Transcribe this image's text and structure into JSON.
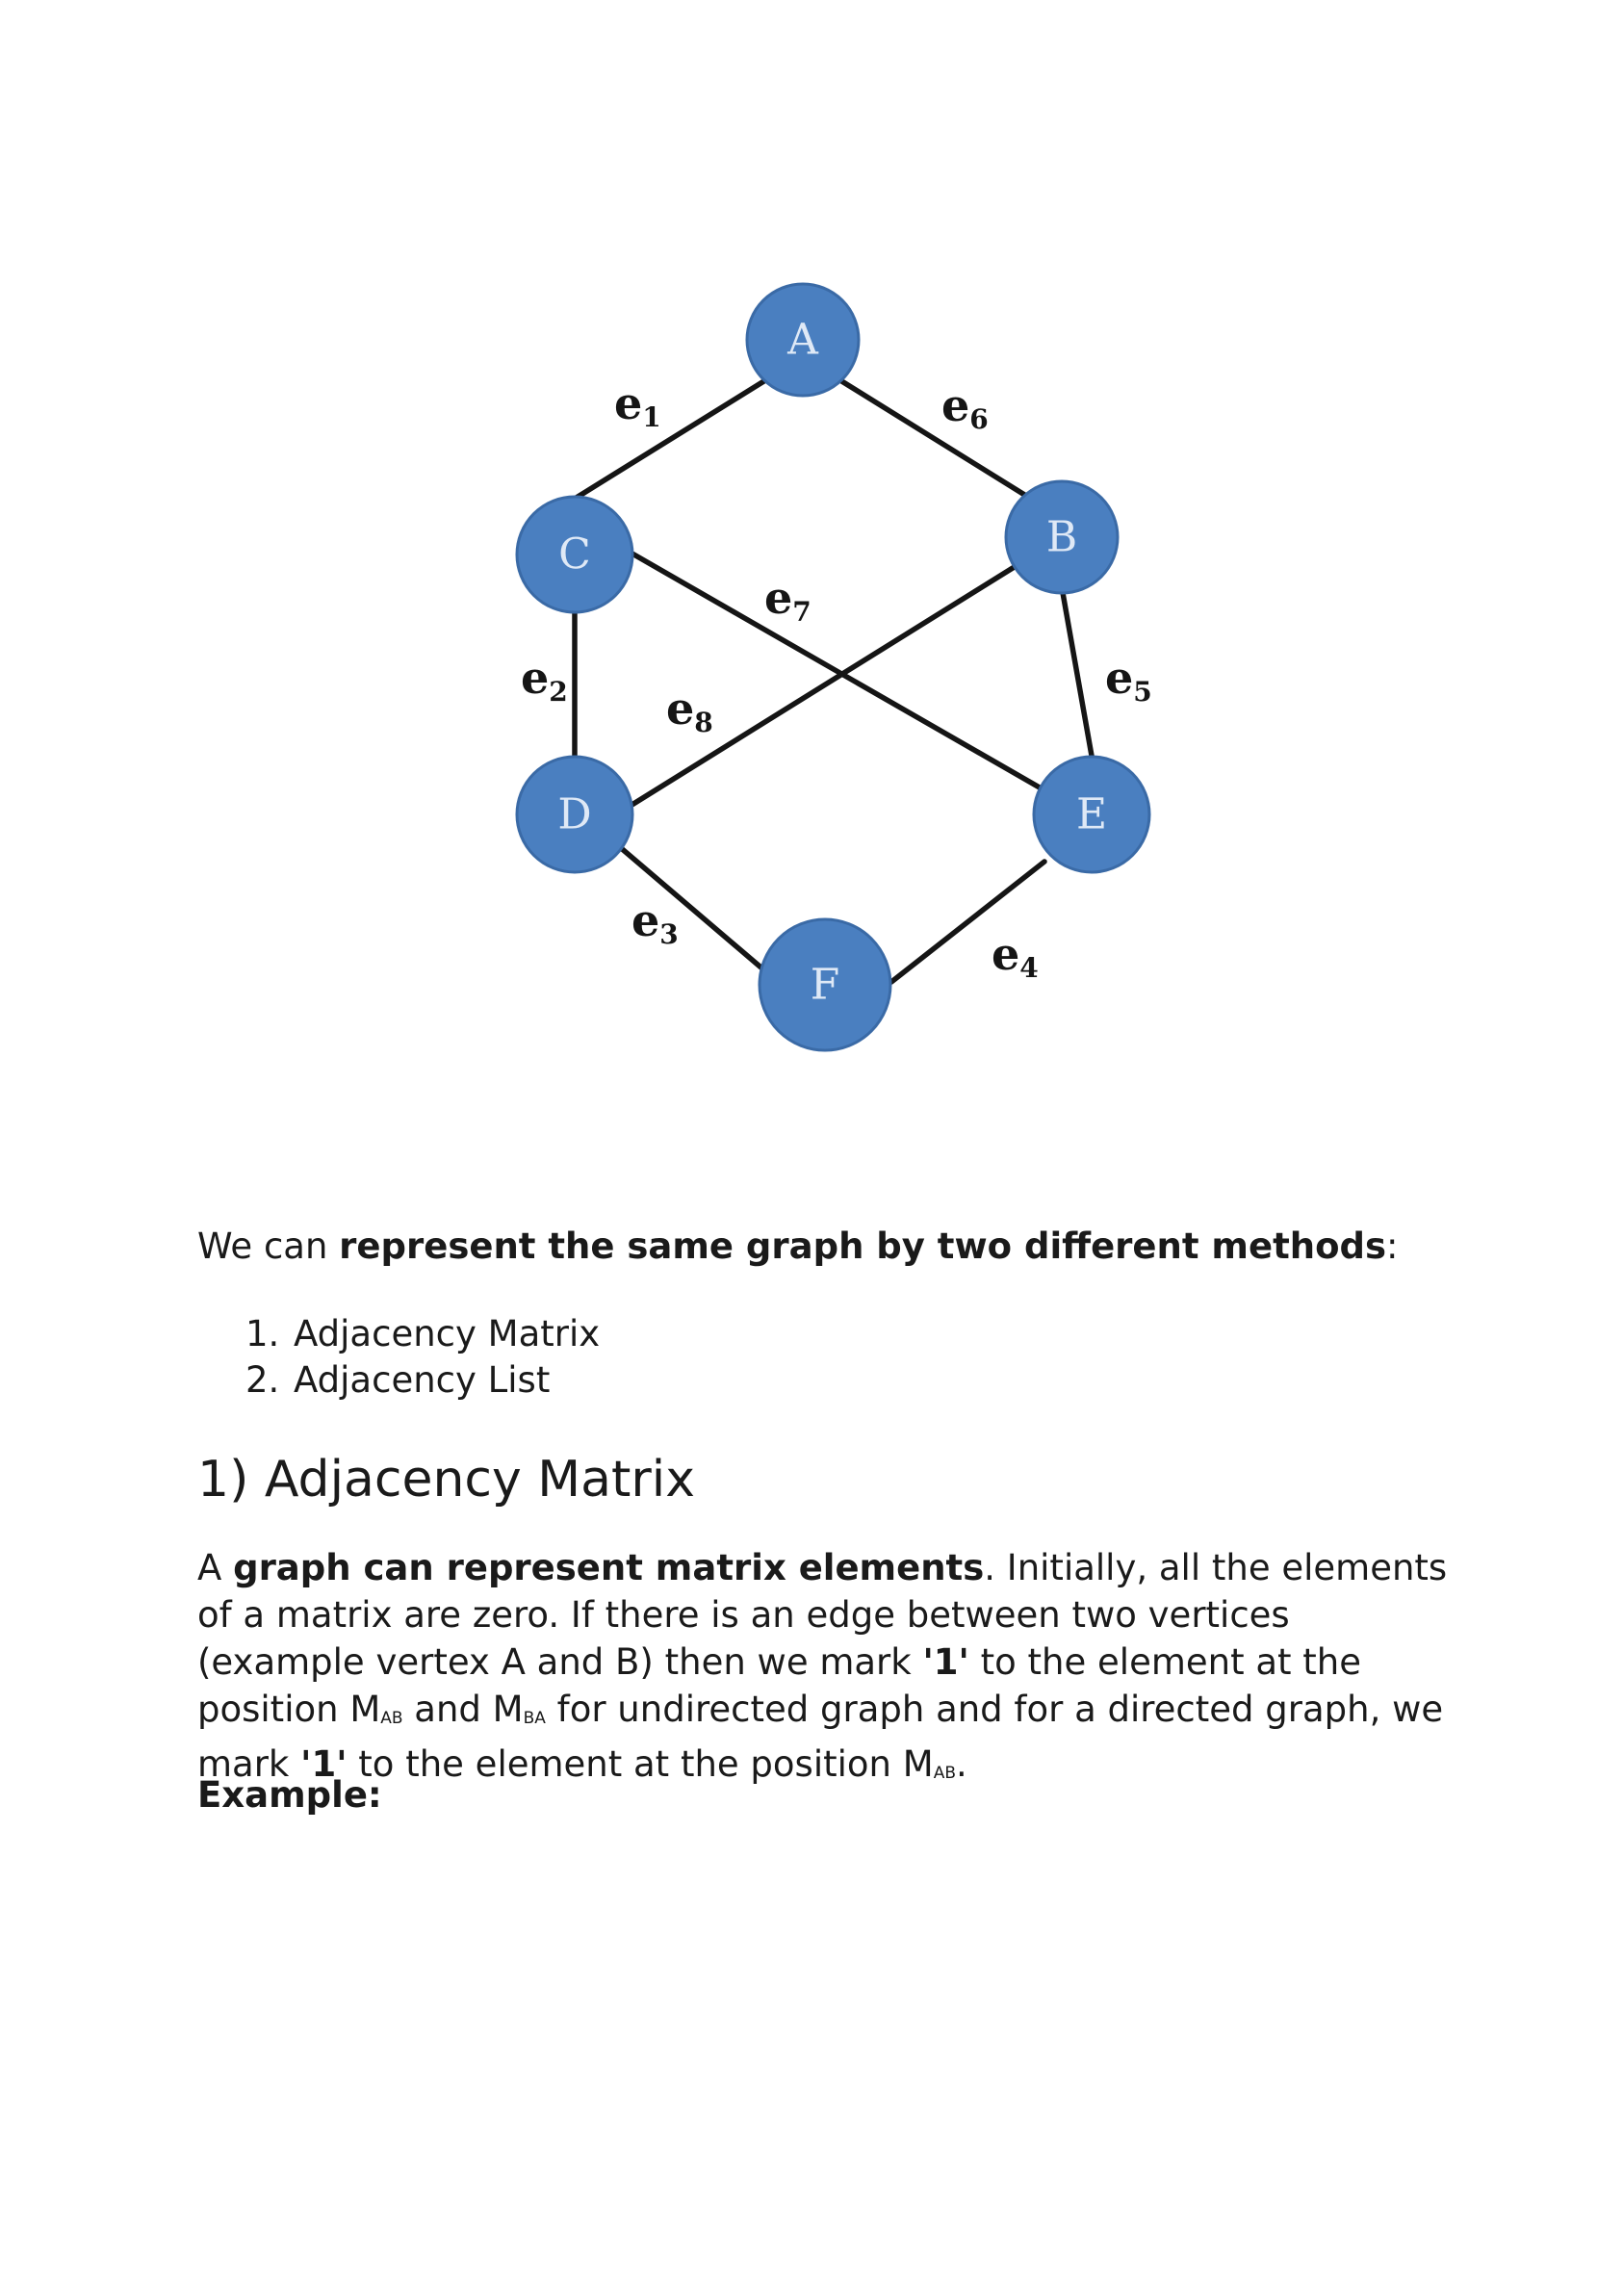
{
  "graph": {
    "nodes": [
      {
        "id": "A",
        "label": "A"
      },
      {
        "id": "B",
        "label": "B"
      },
      {
        "id": "C",
        "label": "C"
      },
      {
        "id": "D",
        "label": "D"
      },
      {
        "id": "E",
        "label": "E"
      },
      {
        "id": "F",
        "label": "F"
      }
    ],
    "edges": [
      {
        "label": "e",
        "sub": "1",
        "from": "A",
        "to": "C"
      },
      {
        "label": "e",
        "sub": "2",
        "from": "C",
        "to": "D"
      },
      {
        "label": "e",
        "sub": "3",
        "from": "D",
        "to": "F"
      },
      {
        "label": "e",
        "sub": "4",
        "from": "F",
        "to": "E"
      },
      {
        "label": "e",
        "sub": "5",
        "from": "B",
        "to": "E"
      },
      {
        "label": "e",
        "sub": "6",
        "from": "A",
        "to": "B"
      },
      {
        "label": "e",
        "sub": "7",
        "from": "C",
        "to": "E"
      },
      {
        "label": "e",
        "sub": "8",
        "from": "D",
        "to": "B"
      }
    ]
  },
  "intro": {
    "prefix": "We can ",
    "bold": "represent the same graph by two different methods",
    "suffix": ":"
  },
  "methods": [
    {
      "num": "1.",
      "text": "Adjacency Matrix"
    },
    {
      "num": "2.",
      "text": "Adjacency List"
    }
  ],
  "section_heading": "1) Adjacency Matrix",
  "paragraph": {
    "p1": "A ",
    "b1": "graph can represent matrix elements",
    "p2": ". Initially, all the elements of a matrix are zero. If there is an edge between two vertices (example vertex A and B) then we mark ",
    "b2": "'1'",
    "p3": " to the element at the position M",
    "s1": "AB",
    "p4": " and M",
    "s2": "BA",
    "p5": " for undirected graph and for a directed graph, we mark ",
    "b3": "'1'",
    "p6": " to the element at the position M",
    "s3": "AB",
    "p7": "."
  },
  "example_label": "Example:"
}
